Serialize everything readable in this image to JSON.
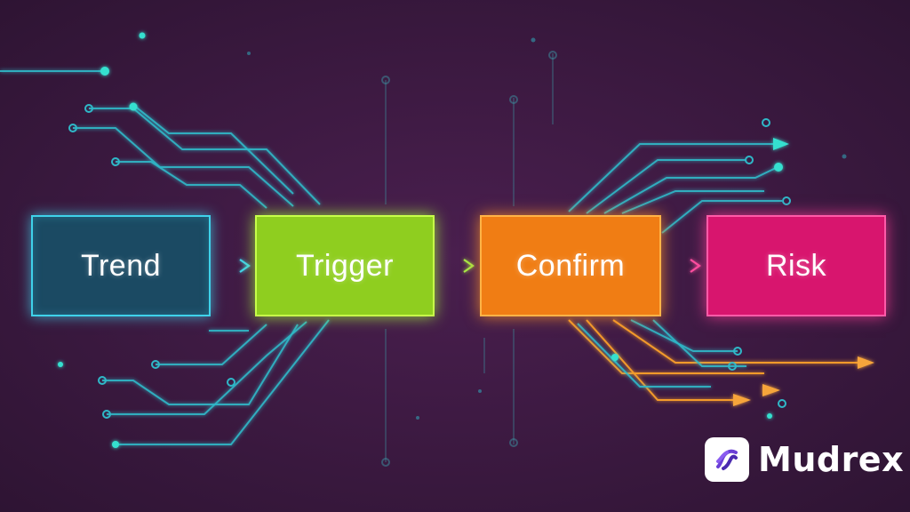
{
  "flow": {
    "steps": [
      {
        "label": "Trend",
        "color": "#1b4a63",
        "accent": "#3fd2ea"
      },
      {
        "label": "Trigger",
        "color": "#8fce1f",
        "accent": "#c7ff4a"
      },
      {
        "label": "Confirm",
        "color": "#f07d14",
        "accent": "#ffb347"
      },
      {
        "label": "Risk",
        "color": "#d8156e",
        "accent": "#ff5aa8"
      }
    ]
  },
  "brand": {
    "name": "Mudrex",
    "icon": "mudrex-logo-icon"
  },
  "colors": {
    "background": "#3b1940",
    "trace_teal": "#2fb8c8",
    "trace_orange": "#f39a2a"
  }
}
